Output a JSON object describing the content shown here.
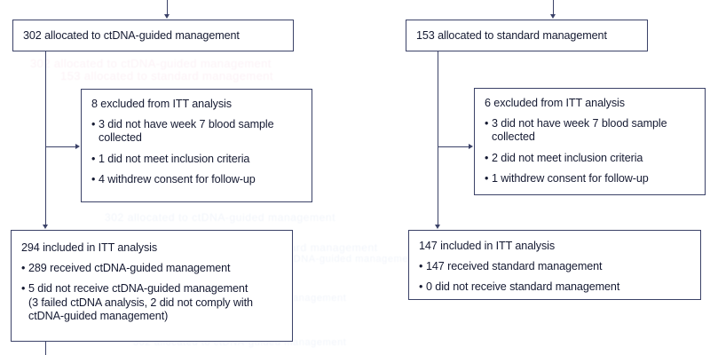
{
  "diagram": {
    "type": "consort-flow-diagram",
    "title": "CONSORT participant flow",
    "line_color": "#3b4268",
    "text_color": "#151a32",
    "background": "#ffffff"
  },
  "arms": {
    "intervention": {
      "allocation": {
        "label": "302 allocated to ctDNA-guided management",
        "count": 302
      },
      "excluded": {
        "headline": "8 excluded from ITT analysis",
        "count": 8,
        "reasons": [
          {
            "line1": "3 did not have week 7 blood sample",
            "line2": "collected",
            "count": 3
          },
          {
            "line1": "1 did not meet inclusion criteria",
            "line2": "",
            "count": 1
          },
          {
            "line1": "4 withdrew consent for follow-up",
            "line2": "",
            "count": 4
          }
        ]
      },
      "analysed": {
        "headline": "294 included in ITT analysis",
        "count": 294,
        "items": [
          {
            "line1": "289 received ctDNA-guided management",
            "line2": "",
            "line3": "",
            "count": 289
          },
          {
            "line1": "5 did not receive ctDNA-guided management",
            "line2": "(3 failed ctDNA analysis, 2 did not comply with",
            "line3": "ctDNA-guided management)",
            "count": 5
          }
        ]
      }
    },
    "control": {
      "allocation": {
        "label": "153 allocated to standard management",
        "count": 153
      },
      "excluded": {
        "headline": "6 excluded from ITT analysis",
        "count": 6,
        "reasons": [
          {
            "line1": "3 did not have week 7 blood sample",
            "line2": "collected",
            "count": 3
          },
          {
            "line1": "2 did not meet inclusion criteria",
            "line2": "",
            "count": 2
          },
          {
            "line1": "1 withdrew consent for follow-up",
            "line2": "",
            "count": 1
          }
        ]
      },
      "analysed": {
        "headline": "147 included in ITT analysis",
        "count": 147,
        "items": [
          {
            "line1": "147 received standard management",
            "line2": "",
            "line3": "",
            "count": 147
          },
          {
            "line1": "0 did not receive standard management",
            "line2": "",
            "line3": "",
            "count": 0
          }
        ]
      }
    }
  },
  "ghost_artifacts": {
    "line_a": "302 allocated to ctDNA-guided management",
    "line_b": "153 allocated to standard management"
  }
}
